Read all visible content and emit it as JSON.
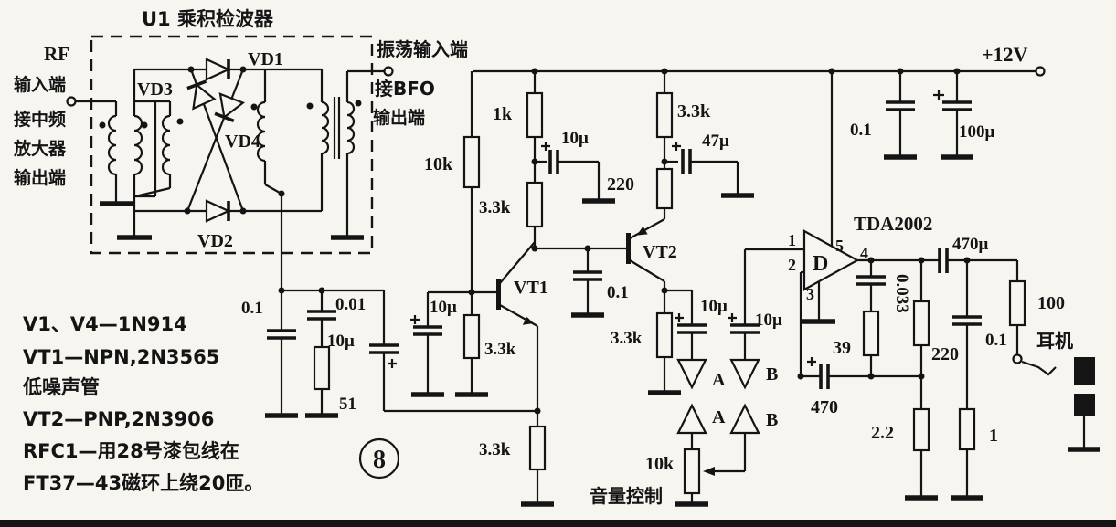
{
  "figure": {
    "number": "8"
  },
  "detector_box": {
    "title": "U1 乘积检波器",
    "rf": "RF",
    "input_terminal_lines": [
      "输入端",
      "接中频",
      "放大器",
      "输出端"
    ],
    "osc_input": "振荡输入端",
    "bfo_lines": [
      "接BFO",
      "输出端"
    ],
    "diodes": {
      "vd1": "VD1",
      "vd2": "VD2",
      "vd3": "VD3",
      "vd4": "VD4"
    }
  },
  "power": {
    "rail": "+12V",
    "bypass_cap": "0.1",
    "filter_cap": "100μ"
  },
  "audio_front": {
    "det_cap": "0.1",
    "hp_cap": "0.01",
    "hp_res": "51",
    "coupling_cap": "10μ"
  },
  "vt1_stage": {
    "bias_res": "10k",
    "base_bypass_cap": "10μ",
    "base_res": "3.3k",
    "label": "VT1",
    "load_top": "1k",
    "load_bottom": "3.3k",
    "decouple_cap": "10μ",
    "decouple_val": "220",
    "emitter_res": "3.3k",
    "collector_bypass": "0.1"
  },
  "vt2_stage": {
    "label": "VT2",
    "top_res": "3.3k",
    "bypass_cap": "47μ",
    "collector_res": "3.3k",
    "out_cap_a": "10μ",
    "out_cap_b": "10μ",
    "conn_a": "A",
    "conn_b": "B",
    "pot": "10k",
    "pot_label": "音量控制"
  },
  "amp": {
    "ic": "TDA2002",
    "d": "D",
    "pins": {
      "p1": "1",
      "p2": "2",
      "p3": "3",
      "p4": "4",
      "p5": "5"
    },
    "fb_res": "39",
    "fb_cap": "0.033",
    "fb_cap2": "470",
    "fb_res2": "220",
    "fb_res3": "2.2",
    "out_cap": "470μ",
    "zobel_cap": "0.1",
    "zobel_res": "1",
    "load_res": "100",
    "phones": "耳机"
  },
  "notes": [
    "V1、V4—1N914",
    "VT1—NPN,2N3565",
    "低噪声管",
    "VT2—PNP,2N3906",
    "RFC1—用28号漆包线在",
    "FT37—43磁环上绕20匝。"
  ]
}
